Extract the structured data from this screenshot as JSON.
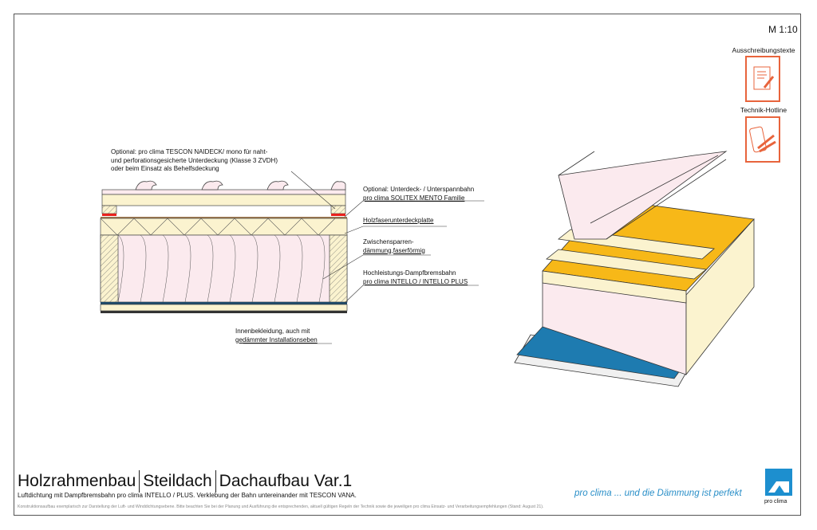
{
  "scale": "M 1:10",
  "side_buttons": [
    {
      "label": "Ausschreibungstexte",
      "icon": "document-pencil-icon"
    },
    {
      "label": "Technik-Hotline",
      "icon": "phone-tools-icon"
    }
  ],
  "annotations": {
    "naideck": [
      "Optional: pro clima TESCON NAIDECK/ mono für naht-",
      "und perforationsgesicherte Unterdeckung (Klasse 3 ZVDH)",
      "oder beim Einsatz als Behelfsdeckung"
    ],
    "solitex": [
      "Optional: Unterdeck- / Unterspannbahn",
      "pro clima SOLITEX MENTO Familie"
    ],
    "holzfaser": [
      "Holzfaserunterdeckplatte"
    ],
    "daemmung": [
      "Zwischensparren-",
      "dämmung,faserförmig"
    ],
    "intello": [
      "Hochleistungs-Dampfbremsbahn",
      "pro clima INTELLO / INTELLO PLUS"
    ],
    "innen": [
      "Innenbekleidung, auch mit",
      "gedämmter Installationseben"
    ]
  },
  "title": {
    "part1": "Holzrahmenbau",
    "part2": "Steildach",
    "part3": "Dachaufbau Var.1"
  },
  "subtitle": "Luftdichtung mit Dampfbremsbahn pro clima INTELLO / PLUS. Verklebung der Bahn untereinander mit TESCON VANA.",
  "disclaimer": "Konstruktionsaufbau exemplarisch zur Darstellung der Luft- und Winddichtungsebene. Bitte beachten Sie bei der Planung und Ausführung die entsprechenden, aktuell gültigen Regeln der Technik sowie die jeweiligen pro clima Einsatz- und Verarbeitungsempfehlungen (Stand: August 21).",
  "slogan": "pro clima ... und die Dämmung ist perfekt",
  "logo_text": "pro clima",
  "colors": {
    "accent": "#e8643c",
    "brand": "#1d8fcf",
    "wood": "#fbf3cf",
    "insulation": "#fbeaee",
    "membrane_red": "#e8201c",
    "wool_yellow": "#f7b818",
    "intello_blue": "#1e7bb0"
  }
}
